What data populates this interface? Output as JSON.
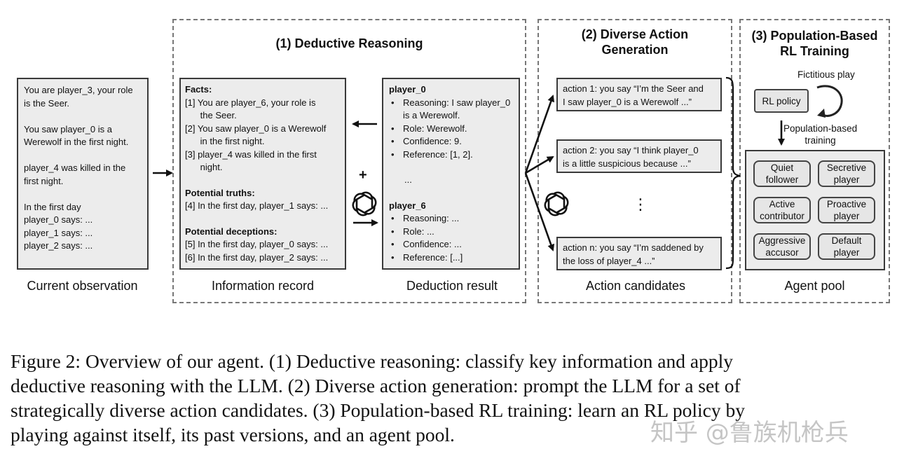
{
  "diagram": {
    "sections": {
      "s1": "(1) Deductive Reasoning",
      "s2": [
        "(2) Diverse Action",
        "Generation"
      ],
      "s3": [
        "(3) Population-Based",
        "RL Training"
      ]
    },
    "observation": {
      "lines": [
        "You are player_3, your role",
        "is the Seer.",
        "",
        "You saw player_0 is a",
        "Werewolf in the first night.",
        "",
        "player_4 was killed in the",
        "first night.",
        "",
        "In the first day",
        "player_0 says: ...",
        "player_1 says: ...",
        "player_2 says: ..."
      ],
      "label": "Current observation"
    },
    "record": {
      "facts_title": "Facts:",
      "facts": [
        "[1] You are player_6, your role is",
        "      the Seer.",
        "[2] You saw player_0 is a Werewolf",
        "      in the first night.",
        "[3] player_4 was killed in the first",
        "      night."
      ],
      "truths_title": "Potential truths:",
      "truths": [
        "[4] In the first day, player_1 says: ..."
      ],
      "deceptions_title": "Potential deceptions:",
      "deceptions": [
        "[5] In the first day, player_0 says: ...",
        "[6] In the first day, player_2 says: ..."
      ],
      "label": "Information record"
    },
    "plus": "+",
    "deduction": {
      "p0_title": "player_0",
      "p0_items": [
        "Reasoning: I saw player_0\nis a Werewolf.",
        "Role: Werewolf.",
        "Confidence: 9.",
        "Reference: [1, 2]."
      ],
      "ellipsis": "...",
      "p6_title": "player_6",
      "p6_items": [
        "Reasoning: ...",
        "Role: ...",
        "Confidence: ...",
        "Reference: [...]"
      ],
      "label": "Deduction result"
    },
    "actions": {
      "items": [
        "action 1: you say “I’m the Seer and\nI saw player_0 is a Werewolf ...”",
        "action 2: you say “I think player_0\nis a little suspicious because ...”",
        "action n: you say “I’m saddened by\nthe loss of player_4 ...”"
      ],
      "vdots": "⋮",
      "label": "Action candidates"
    },
    "rl": {
      "fictitious": "Fictitious play",
      "policy": "RL policy",
      "population": "Population-based\ntraining",
      "pool": [
        "Quiet\nfollower",
        "Secretive\nplayer",
        "Active\ncontributor",
        "Proactive\nplayer",
        "Aggressive\naccusor",
        "Default\nplayer"
      ],
      "label": "Agent pool"
    }
  },
  "caption": {
    "lines": [
      "Figure 2:  Overview of our agent.  (1) Deductive reasoning:  classify key information and apply",
      "deductive reasoning with the LLM. (2) Diverse action generation:  prompt the LLM for a set of",
      "strategically diverse action candidates.  (3) Population-based RL training:  learn an RL policy by",
      "playing against itself, its past versions, and an agent pool."
    ]
  },
  "watermark": "知乎 @鲁族机枪兵",
  "colors": {
    "box_fill": "#ececec",
    "border": "#3a3a3a",
    "dash": "#777777"
  }
}
